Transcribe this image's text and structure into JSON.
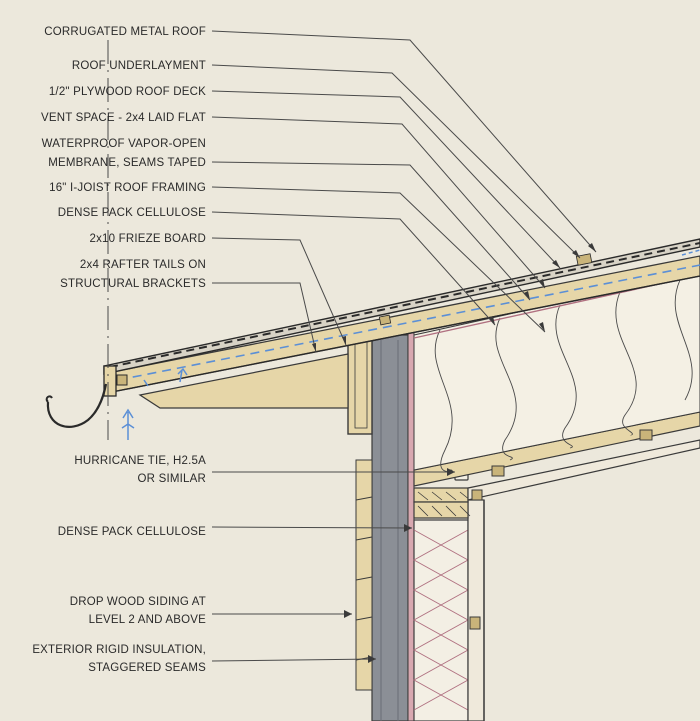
{
  "labels": {
    "corrugated_roof": "CORRUGATED METAL ROOF",
    "roof_underlayment": "ROOF UNDERLAYMENT",
    "plywood_deck": "1/2\" PLYWOOD ROOF DECK",
    "vent_space": "VENT SPACE - 2x4  LAID FLAT",
    "membrane_line1": "WATERPROOF VAPOR-OPEN",
    "membrane_line2": "MEMBRANE, SEAMS TAPED",
    "ijoist": "16\" I-JOIST ROOF FRAMING",
    "cellulose_roof": "DENSE PACK CELLULOSE",
    "frieze_board": "2x10 FRIEZE BOARD",
    "rafter_line1": "2x4  RAFTER TAILS ON",
    "rafter_line2": "STRUCTURAL BRACKETS",
    "hurricane_line1": "HURRICANE TIE, H2.5A",
    "hurricane_line2": "OR SIMILAR",
    "cellulose_wall": "DENSE PACK CELLULOSE",
    "siding_line1": "DROP WOOD SIDING AT",
    "siding_line2": "LEVEL 2 AND ABOVE",
    "rigid_line1": "EXTERIOR RIGID INSULATION,",
    "rigid_line2": "STAGGERED SEAMS"
  },
  "colors": {
    "paper": "#ece8dc",
    "wood": "#e6d6a8",
    "wood_dark": "#c9b47a",
    "insulation_line": "#b07080",
    "rigid_insulation": "#8b8f96",
    "line": "#3a3a3a",
    "vent_arrow": "#5b8fd6"
  }
}
